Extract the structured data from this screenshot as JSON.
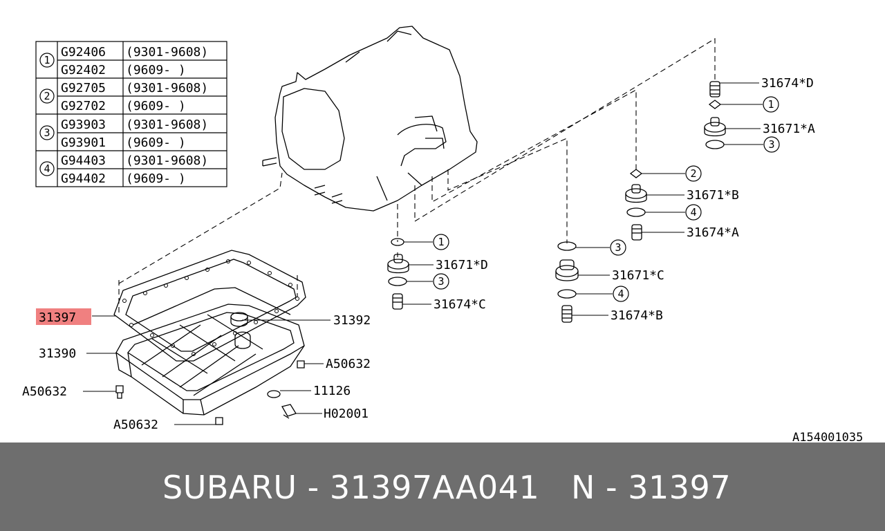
{
  "table": {
    "rows": [
      {
        "num": "1",
        "part": "G92406",
        "range": "(9301-9608)"
      },
      {
        "num": "1",
        "part": "G92402",
        "range": "(9609-     )"
      },
      {
        "num": "2",
        "part": "G92705",
        "range": "(9301-9608)"
      },
      {
        "num": "2",
        "part": "G92702",
        "range": "(9609-     )"
      },
      {
        "num": "3",
        "part": "G93903",
        "range": "(9301-9608)"
      },
      {
        "num": "3",
        "part": "G93901",
        "range": "(9609-     )"
      },
      {
        "num": "4",
        "part": "G94403",
        "range": "(9301-9608)"
      },
      {
        "num": "4",
        "part": "G94402",
        "range": "(9609-     )"
      }
    ]
  },
  "labels": {
    "p31397": "31397",
    "p31390": "31390",
    "p31392": "31392",
    "a50632_right": "A50632",
    "a50632_left": "A50632",
    "a50632_bottom": "A50632",
    "p11126": "11126",
    "h02001": "H02001",
    "p31674d": "31674*D",
    "p31671a": "31671*A",
    "p31671b": "31671*B",
    "p31674a": "31674*A",
    "p31671d": "31671*D",
    "p31674c": "31674*C",
    "p31671c": "31671*C",
    "p31674b": "31674*B",
    "c1_top": "1",
    "c3_top": "3",
    "c2_mid": "2",
    "c4_mid": "4",
    "c1_low": "1",
    "c3_low": "3",
    "c3_c": "3",
    "c4_c": "4",
    "ref_code": "A154001035"
  },
  "highlight_color": "#f08080",
  "footer": {
    "brand_part": "SUBARU - 31397AA041",
    "ref": "N - 31397",
    "background": "#6e6e6e"
  }
}
